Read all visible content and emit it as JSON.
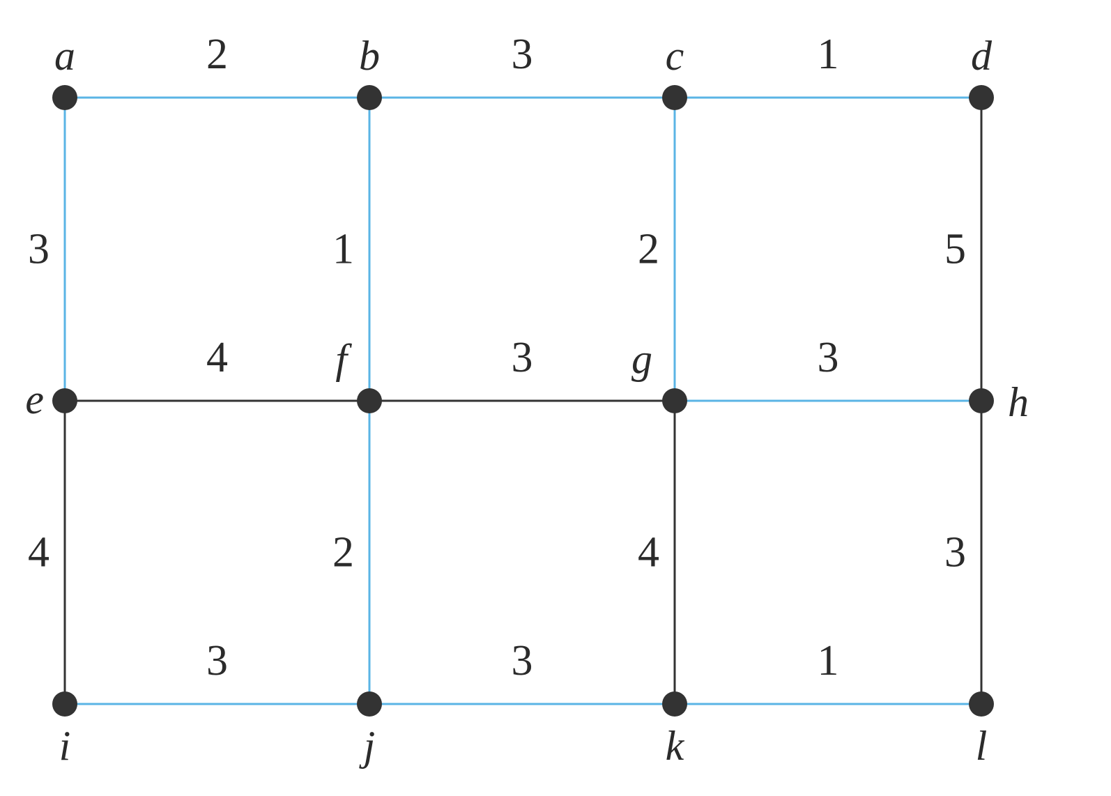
{
  "colors": {
    "tree_edge": "#5ab4e5",
    "other_edge": "#333333",
    "vertex": "#333333",
    "text": "#2b2b2b"
  },
  "vertices": [
    {
      "id": "a",
      "label": "a",
      "col": 0,
      "row": 0
    },
    {
      "id": "b",
      "label": "b",
      "col": 1,
      "row": 0
    },
    {
      "id": "c",
      "label": "c",
      "col": 2,
      "row": 0
    },
    {
      "id": "d",
      "label": "d",
      "col": 3,
      "row": 0
    },
    {
      "id": "e",
      "label": "e",
      "col": 0,
      "row": 1
    },
    {
      "id": "f",
      "label": "f",
      "col": 1,
      "row": 1
    },
    {
      "id": "g",
      "label": "g",
      "col": 2,
      "row": 1
    },
    {
      "id": "h",
      "label": "h",
      "col": 3,
      "row": 1
    },
    {
      "id": "i",
      "label": "i",
      "col": 0,
      "row": 2
    },
    {
      "id": "j",
      "label": "j",
      "col": 1,
      "row": 2
    },
    {
      "id": "k",
      "label": "k",
      "col": 2,
      "row": 2
    },
    {
      "id": "l",
      "label": "l",
      "col": 3,
      "row": 2
    }
  ],
  "edges": [
    {
      "from": "a",
      "to": "b",
      "weight": "2",
      "highlighted": true
    },
    {
      "from": "b",
      "to": "c",
      "weight": "3",
      "highlighted": true
    },
    {
      "from": "c",
      "to": "d",
      "weight": "1",
      "highlighted": true
    },
    {
      "from": "a",
      "to": "e",
      "weight": "3",
      "highlighted": true
    },
    {
      "from": "b",
      "to": "f",
      "weight": "1",
      "highlighted": true
    },
    {
      "from": "c",
      "to": "g",
      "weight": "2",
      "highlighted": true
    },
    {
      "from": "d",
      "to": "h",
      "weight": "5",
      "highlighted": false
    },
    {
      "from": "e",
      "to": "f",
      "weight": "4",
      "highlighted": false
    },
    {
      "from": "f",
      "to": "g",
      "weight": "3",
      "highlighted": false
    },
    {
      "from": "g",
      "to": "h",
      "weight": "3",
      "highlighted": true
    },
    {
      "from": "e",
      "to": "i",
      "weight": "4",
      "highlighted": false
    },
    {
      "from": "f",
      "to": "j",
      "weight": "2",
      "highlighted": true
    },
    {
      "from": "g",
      "to": "k",
      "weight": "4",
      "highlighted": false
    },
    {
      "from": "h",
      "to": "l",
      "weight": "3",
      "highlighted": false
    },
    {
      "from": "i",
      "to": "j",
      "weight": "3",
      "highlighted": true
    },
    {
      "from": "j",
      "to": "k",
      "weight": "3",
      "highlighted": true
    },
    {
      "from": "k",
      "to": "l",
      "weight": "1",
      "highlighted": true
    }
  ]
}
